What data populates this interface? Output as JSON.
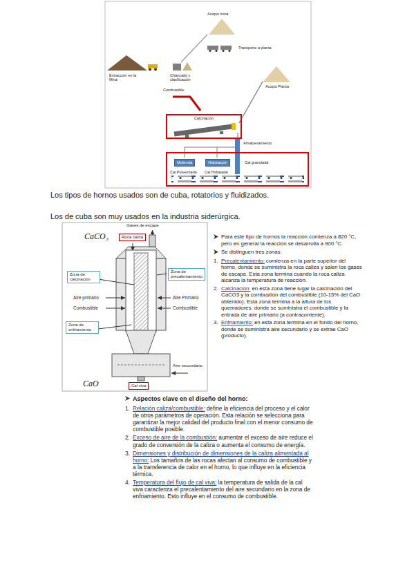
{
  "diagram": {
    "nodes": [
      {
        "text": [
          "Calcinación"
        ]
      },
      {
        "text": [
          "Cal Pulverizada",
          "Cal Hidratada",
          "Cal granulada"
        ]
      },
      {
        "text": [
          "Molienda"
        ],
        "in": 1
      },
      {
        "text": [
          "Hidratación"
        ],
        "in": 1
      },
      {
        "text": [
          "Roca caliza"
        ]
      },
      {
        "text": [
          "Zona de calcinación"
        ]
      },
      {
        "text": [
          "Zona de precalentamiento"
        ]
      },
      {
        "text": [
          "Zona de enfriamiento"
        ]
      },
      {
        "text": [
          "Cal viva"
        ]
      }
    ],
    "labels": [
      "Acopio mina",
      "Transporte a planta",
      "Extracción en la Mina",
      "Chancado y clasificación",
      "Acopio Planta",
      "Combustible",
      "Almacenamiento",
      "Los tipos de hornos usados son de cuba, rotatorios y fluidizados.",
      "Los de cuba son muy usados en la industria siderúrgica.",
      "Gases de escape",
      "CaCO₃",
      "Aire primario",
      "Combustible",
      "Aire Primario",
      "Combustible",
      "Aire secundario",
      "CaO",
      "Para este tipo de hornos la reacción comienza a 820 °C, pero en general la reacción se desarrolla a 900 °C.",
      "Se distinguen tres zonas:",
      "1.",
      "Precalentamiento:",
      "comienza en la parte superior del horno, donde se suministra la roca caliza y salen los gases de escape. Esta zona termina cuando la roca caliza alcanza la temperatura de reacción.",
      "2.",
      "Calcinación:",
      "en esta zona tiene lugar la calcinación del CaCO3 y la combustión del combustible (10-15% del CaO obtenido). Esta zona termina a la altura de los quemadores, donde se suministra el combustible y la entrada de aire primario (a contracorriente).",
      "3.",
      "Enfriamiento:",
      "en esta zona termina en el fondo del horno, donde se suministra aire secundario y se extrae CaO (producto).",
      "Aspectos clave en el diseño del horno:",
      "1.",
      "Relación caliza/combustible:",
      "define la eficiencia del proceso y el calor de otros parámetros de operación. Esta relación se selecciona para garantizar la mejor calidad del producto final con el menor consumo de combustible posible.",
      "2.",
      "Exceso de aire de la combustión:",
      "aumentar el exceso de aire reduce el grado de conversión de la caliza o aumenta el consumo de energía.",
      "3.",
      "Dimensiones y distribución de dimensiones de la caliza alimentada al horno:",
      "Los tamaños de las rocas afectan al consumo de combustible y a la transferencia de calor en el horno, lo que influye en la eficiencia térmica.",
      "4.",
      "Temperatura del flujo de cal viva:",
      "la temperatura de salida de la cal viva caracteriza el precalentamiento del aire secundario en la zona de enfriamiento. Esto influye en el consumo de combustible."
    ]
  }
}
